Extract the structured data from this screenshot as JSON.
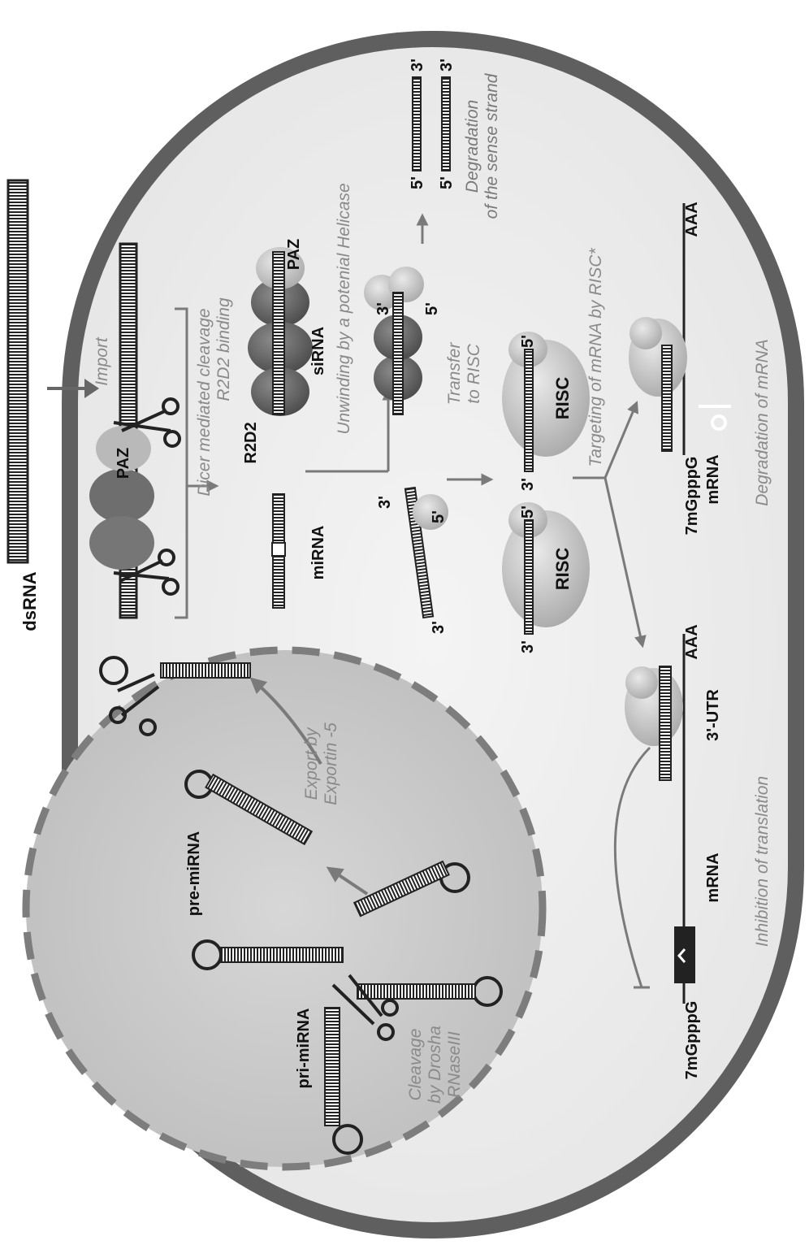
{
  "labels": {
    "dsrna": "dsRNA",
    "pri_mirna": "pri-miRNA",
    "pre_mirna": "pre-miRNA",
    "mirna": "miRNA",
    "sirna": "siRNA",
    "r2d2": "R2D2",
    "paz_left": "PAZ",
    "paz_right": "PAZ",
    "risc_left": "RISC",
    "risc_right": "RISC",
    "mrna_left": "mRNA",
    "mrna_right": "mRNA",
    "utr": "3'-UTR",
    "aaa_left": "AAA",
    "aaa_right": "AAA",
    "cap_left": "7mGpppG",
    "cap_right": "7mGpppG",
    "three_prime": "3'",
    "five_prime": "5'"
  },
  "steps": {
    "import": "Import",
    "dicer_1": "Dicer mediated cleavage",
    "dicer_2": "R2D2 binding",
    "unwinding": "Unwinding by a potenial Helicase",
    "transfer_1": "Transfer",
    "transfer_2": "to RISC",
    "degradation_sense_1": "Degradation",
    "degradation_sense_2": "of the sense strand",
    "targeting": "Targeting of mRNA by RISC*",
    "degradation_mrna": "Degradation of mRNA",
    "inhibition": "Inhibition of translation",
    "export_1": "Export by",
    "export_2": "Exportin -5",
    "cleavage_1": "Cleavage",
    "cleavage_2": "by Drosha",
    "cleavage_3": "RNaseIII"
  }
}
